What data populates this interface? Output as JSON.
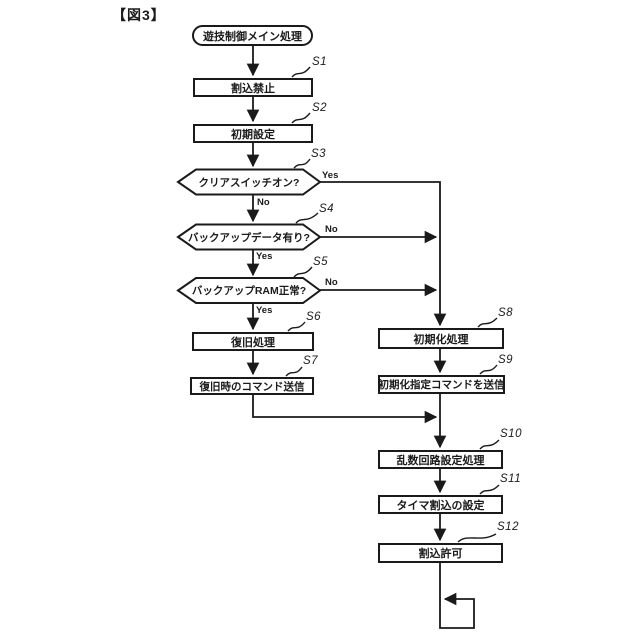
{
  "figure_title": "【図3】",
  "flowchart": {
    "start_label": "遊技制御メイン処理",
    "nodes": [
      {
        "id": "S1",
        "type": "process",
        "label": "割込禁止"
      },
      {
        "id": "S2",
        "type": "process",
        "label": "初期設定"
      },
      {
        "id": "S3",
        "type": "decision",
        "label": "クリアスイッチオン?",
        "yes_label": "Yes",
        "no_label": "No"
      },
      {
        "id": "S4",
        "type": "decision",
        "label": "バックアップデータ有り?",
        "yes_label": "Yes",
        "no_label": "No"
      },
      {
        "id": "S5",
        "type": "decision",
        "label": "バックアップRAM正常?",
        "yes_label": "Yes",
        "no_label": "No"
      },
      {
        "id": "S6",
        "type": "process",
        "label": "復旧処理"
      },
      {
        "id": "S7",
        "type": "process",
        "label": "復旧時のコマンド送信"
      },
      {
        "id": "S8",
        "type": "process",
        "label": "初期化処理"
      },
      {
        "id": "S9",
        "type": "process",
        "label": "初期化指定コマンドを送信"
      },
      {
        "id": "S10",
        "type": "process",
        "label": "乱数回路設定処理"
      },
      {
        "id": "S11",
        "type": "process",
        "label": "タイマ割込の設定"
      },
      {
        "id": "S12",
        "type": "process",
        "label": "割込許可"
      }
    ],
    "colors": {
      "line": "#1a1a1a",
      "background": "#ffffff"
    }
  }
}
